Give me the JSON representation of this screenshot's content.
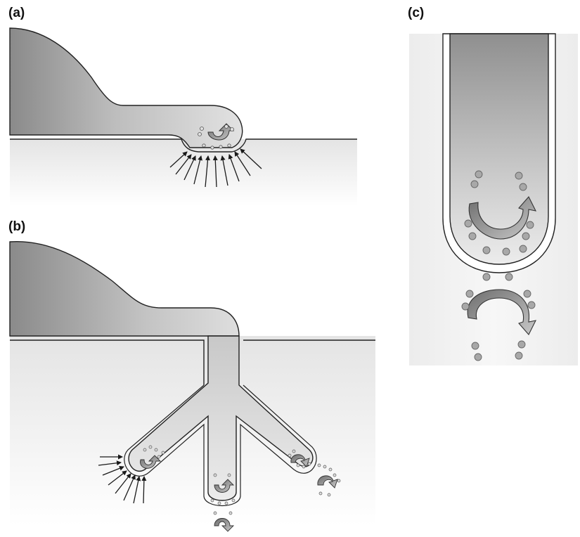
{
  "figure": {
    "panels": [
      {
        "id": "a",
        "label": "(a)"
      },
      {
        "id": "b",
        "label": "(b)"
      },
      {
        "id": "c",
        "label": "(c)"
      }
    ]
  },
  "colors": {
    "tissue_dark": "#8a8a8a",
    "tissue_light": "#dcdcdc",
    "background_light": "#f2f2f2",
    "outline": "#222222",
    "particle": "#8c8c8c",
    "arrow_fill": "#9a9a9a"
  }
}
